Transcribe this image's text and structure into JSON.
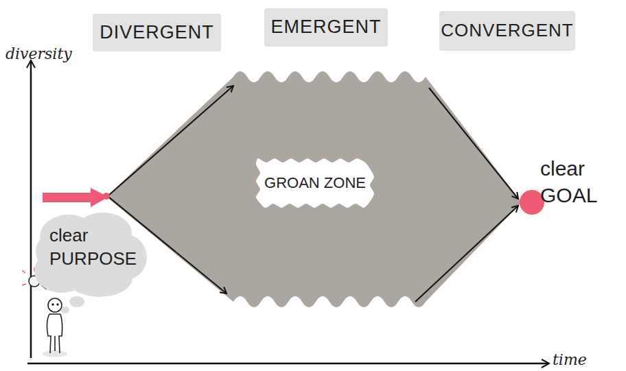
{
  "diagram": {
    "nodes": [
      {
        "text": [
          "DIVERGENT"
        ]
      },
      {
        "text": [
          "EMERGENT"
        ]
      },
      {
        "text": [
          "CONVERGENT"
        ]
      },
      {
        "text": [
          "GROAN ZONE"
        ]
      },
      {
        "text": [
          "clear PURPOSE"
        ]
      },
      {
        "text": [
          "clear GOAL"
        ]
      }
    ],
    "labels": [
      "diversity",
      "time"
    ]
  }
}
